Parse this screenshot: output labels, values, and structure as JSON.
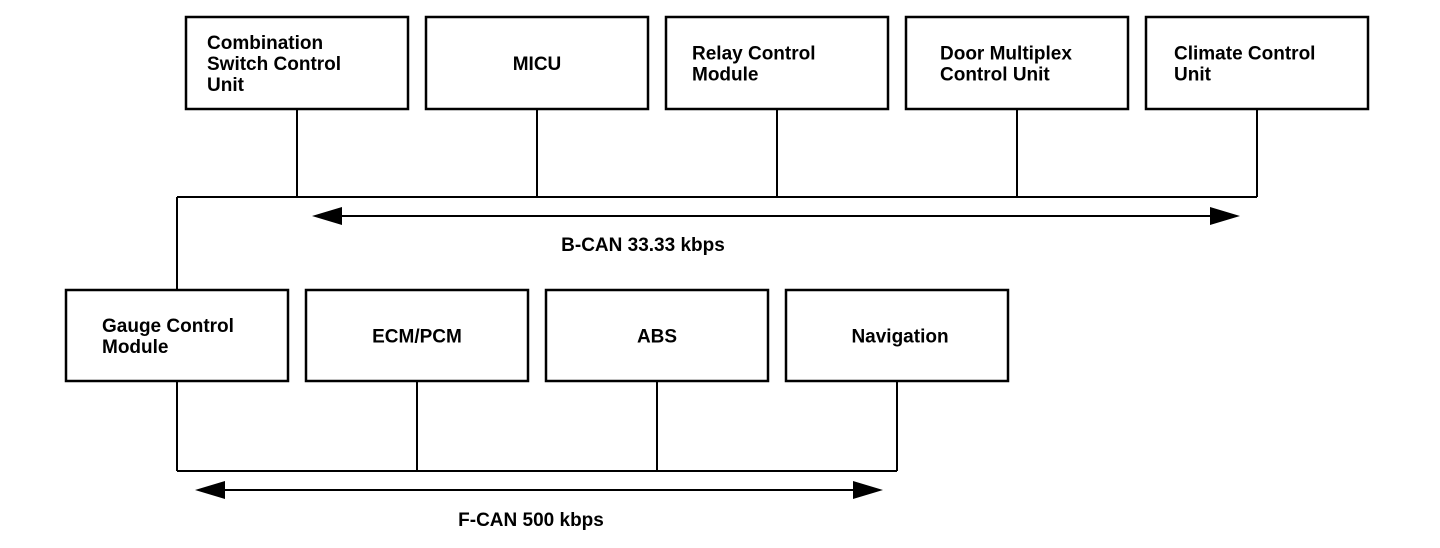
{
  "b_can": {
    "modules": [
      {
        "name": "combination-switch-control-unit",
        "lines": [
          "Combination",
          "Switch Control",
          "Unit"
        ]
      },
      {
        "name": "micu",
        "lines": [
          "MICU"
        ]
      },
      {
        "name": "relay-control-module",
        "lines": [
          "Relay Control",
          "Module"
        ]
      },
      {
        "name": "door-multiplex-control-unit",
        "lines": [
          "Door Multiplex",
          "Control Unit"
        ]
      },
      {
        "name": "climate-control-unit",
        "lines": [
          "Climate Control",
          "Unit"
        ]
      }
    ],
    "label": "B-CAN 33.33 kbps"
  },
  "f_can": {
    "modules": [
      {
        "name": "gauge-control-module",
        "lines": [
          "Gauge Control",
          "Module"
        ]
      },
      {
        "name": "ecm-pcm",
        "lines": [
          "ECM/PCM"
        ]
      },
      {
        "name": "abs",
        "lines": [
          "ABS"
        ]
      },
      {
        "name": "navigation",
        "lines": [
          "Navigation"
        ]
      }
    ],
    "label": "F-CAN 500 kbps"
  }
}
